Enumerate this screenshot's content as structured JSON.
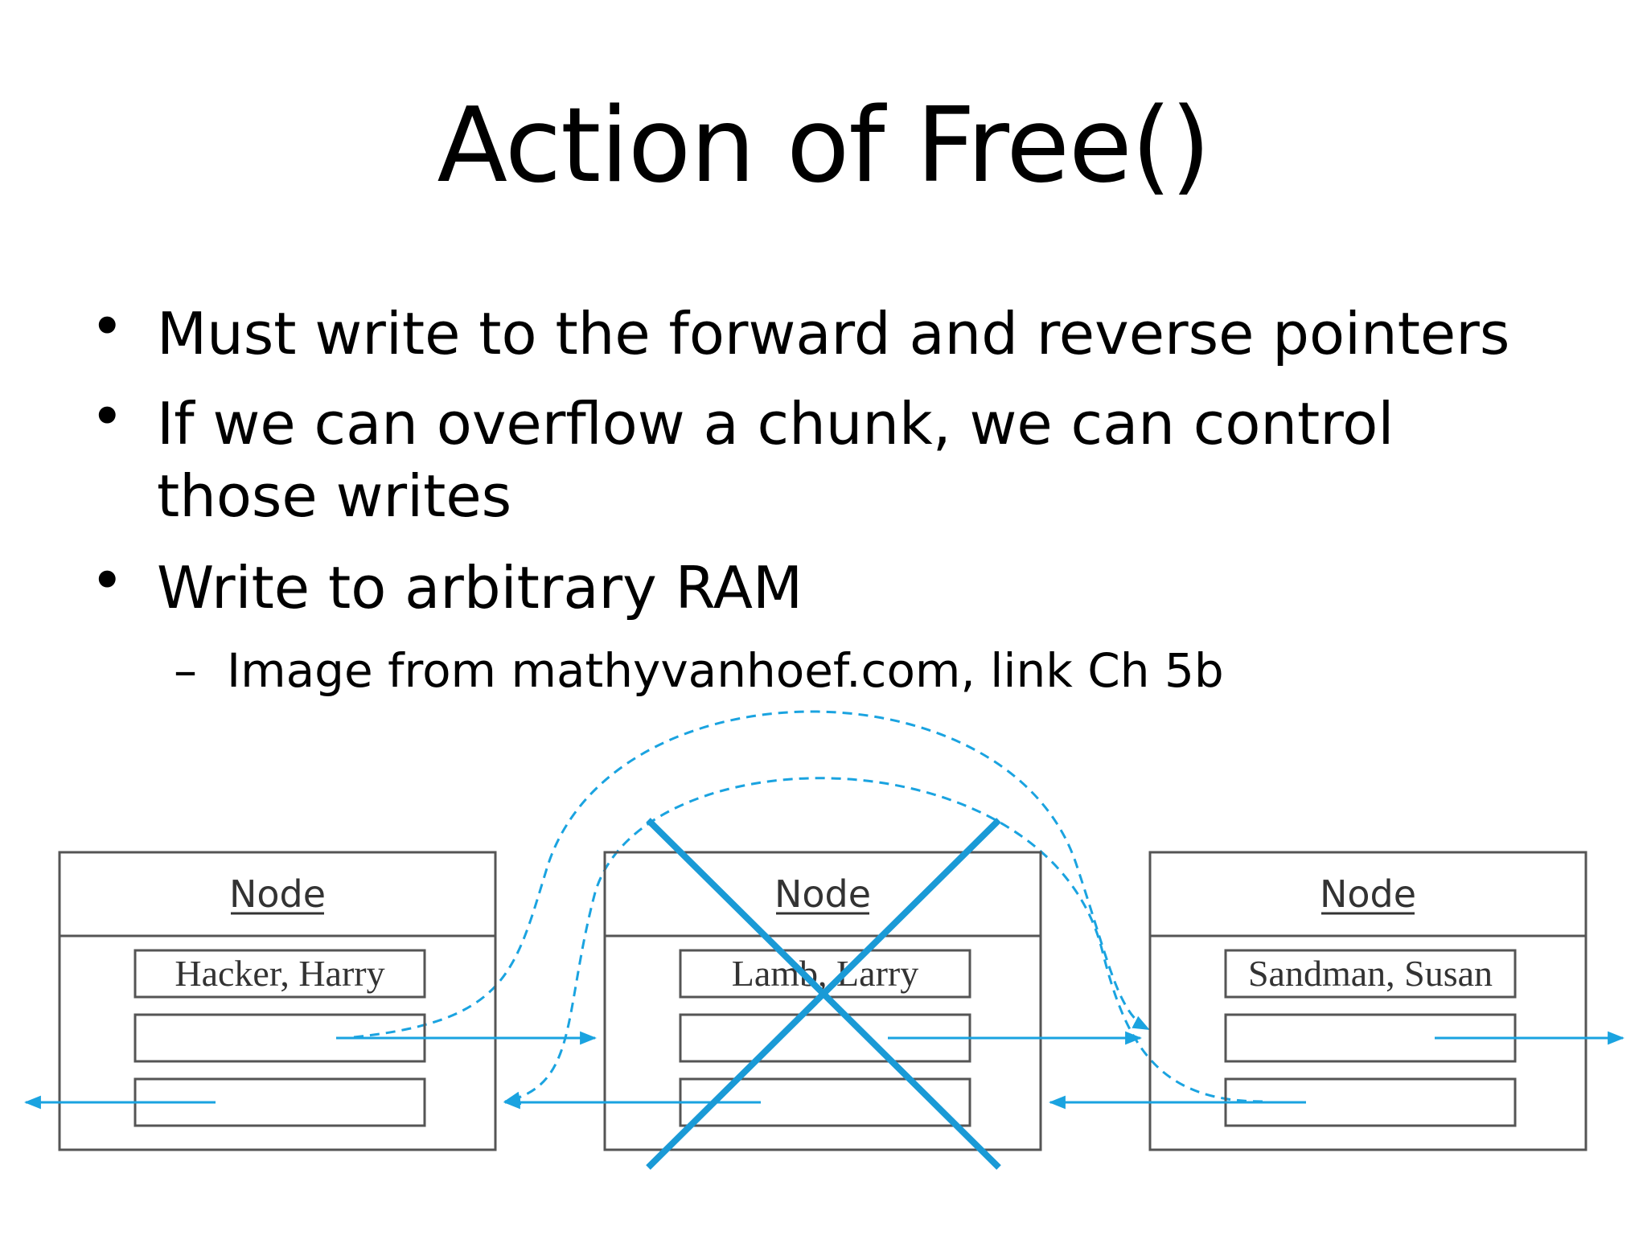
{
  "slide": {
    "title": "Action of Free()",
    "bullets": [
      {
        "marker": "•",
        "text": "Must write to the forward and reverse pointers"
      },
      {
        "marker": "•",
        "text": "If we can overflow a chunk, we can control those writes"
      },
      {
        "marker": "•",
        "text": "Write to arbitrary RAM"
      }
    ],
    "sub_bullets": [
      {
        "marker": "–",
        "text": "Image from mathyvanhoef.com, link Ch 5b"
      }
    ]
  },
  "diagram": {
    "nodes": [
      {
        "header": "Node",
        "name": "Hacker, Harry",
        "crossed": false
      },
      {
        "header": "Node",
        "name": "Lamb, Larry",
        "crossed": true
      },
      {
        "header": "Node",
        "name": "Sandman, Susan",
        "crossed": false
      }
    ],
    "colors": {
      "pointer": "#1aa3e0",
      "cross": "#1a9ad6",
      "box_stroke": "#555555"
    }
  }
}
